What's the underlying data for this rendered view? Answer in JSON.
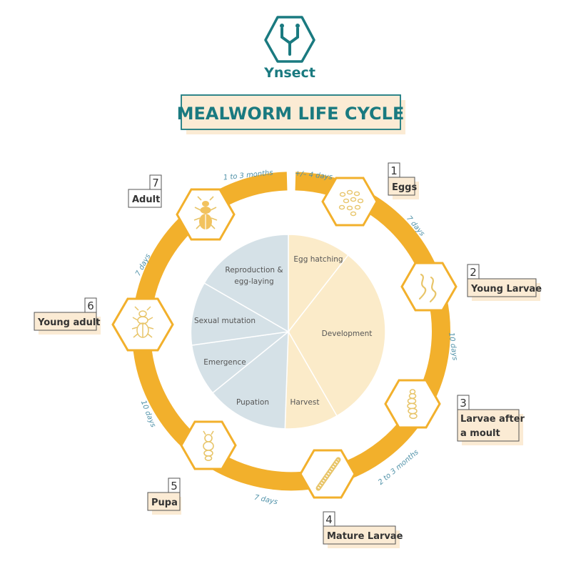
{
  "brand": {
    "name": "Ynsect",
    "logo_icon": "ynsect-hexagon-logo-icon",
    "color": "#1a7a80"
  },
  "title": "MEALWORM LIFE CYCLE",
  "colors": {
    "ring": "#f2b02c",
    "hex_fill": "#ffffff",
    "drawing": "#e8c56a",
    "pie_blue": "#d5e1e7",
    "pie_cream": "#fbebc9",
    "label_bg": "#fbebd4",
    "teal": "#1a7a80",
    "duration_text": "#4f91a8"
  },
  "stages": [
    {
      "number": "1",
      "label_lines": [
        "Eggs"
      ],
      "icon": "eggs-icon"
    },
    {
      "number": "2",
      "label_lines": [
        "Young Larvae"
      ],
      "icon": "young-larvae-icon"
    },
    {
      "number": "3",
      "label_lines": [
        "Larvae after",
        "a moult"
      ],
      "icon": "larva-moult-icon"
    },
    {
      "number": "4",
      "label_lines": [
        "Mature Larvae"
      ],
      "icon": "mature-larva-icon"
    },
    {
      "number": "5",
      "label_lines": [
        "Pupa"
      ],
      "icon": "pupa-icon"
    },
    {
      "number": "6",
      "label_lines": [
        "Young adult"
      ],
      "icon": "young-beetle-icon"
    },
    {
      "number": "7",
      "label_lines": [
        "Adult"
      ],
      "icon": "adult-beetle-icon"
    }
  ],
  "durations": [
    "+/– 4 days",
    "7 days",
    "10 days",
    "2 to 3 months",
    "7 days",
    "10 days",
    "7 days",
    "1 to 3 months"
  ],
  "pie": {
    "segments": [
      {
        "label_lines": [
          "Egg hatching"
        ],
        "group": "cream"
      },
      {
        "label_lines": [
          "Development"
        ],
        "group": "cream"
      },
      {
        "label_lines": [
          "Harvest"
        ],
        "group": "cream"
      },
      {
        "label_lines": [
          "Pupation"
        ],
        "group": "blue"
      },
      {
        "label_lines": [
          "Emergence"
        ],
        "group": "blue"
      },
      {
        "label_lines": [
          "Sexual mutation"
        ],
        "group": "blue"
      },
      {
        "label_lines": [
          "Reproduction &",
          "egg-laying"
        ],
        "group": "blue"
      }
    ]
  }
}
